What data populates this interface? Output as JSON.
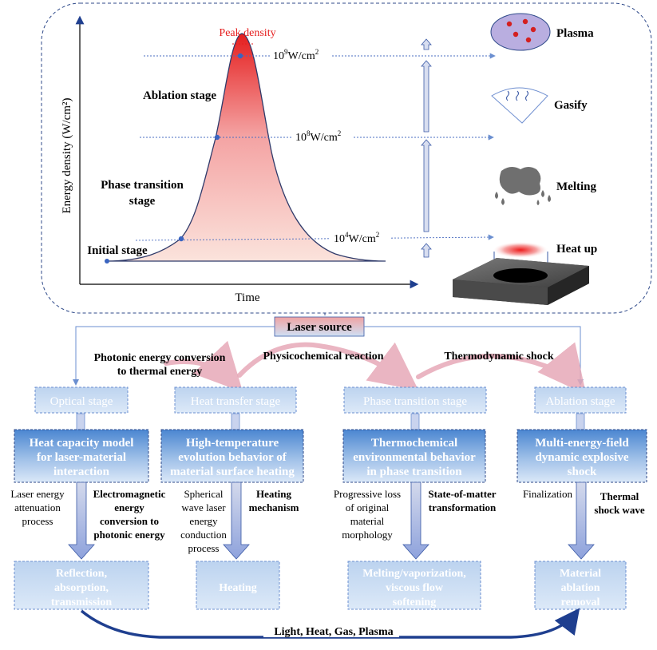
{
  "top_panel": {
    "y_axis_label": "Energy density (W/cm²)",
    "x_axis_label": "Time",
    "peak_label": "Peak density",
    "stage_labels": {
      "ablation": "Ablation stage",
      "phase_line1": "Phase transition",
      "phase_line2": "stage",
      "initial": "Initial stage"
    },
    "thresholds": [
      {
        "base": "10",
        "exp": "9",
        "unit": "W/cm",
        "unit_exp": "2"
      },
      {
        "base": "10",
        "exp": "8",
        "unit": "W/cm",
        "unit_exp": "2"
      },
      {
        "base": "10",
        "exp": "4",
        "unit": "W/cm",
        "unit_exp": "2"
      }
    ],
    "states": {
      "plasma": "Plasma",
      "gasify": "Gasify",
      "melting": "Melting",
      "heat_up": "Heat up"
    }
  },
  "bottom_panel": {
    "laser_source": "Laser source",
    "transitions": {
      "photonic_line1": "Photonic energy conversion",
      "photonic_line2": "to thermal energy",
      "physicochemical": "Physicochemical reaction",
      "thermodynamic": "Thermodynamic shock"
    },
    "stages": [
      "Optical stage",
      "Heat transfer stage",
      "Phase transition stage",
      "Ablation stage"
    ],
    "models": [
      [
        "Heat capacity model",
        "for laser-material",
        "interaction"
      ],
      [
        "High-temperature",
        "evolution behavior of",
        "material surface heating"
      ],
      [
        "Thermochemical",
        "environmental behavior",
        "in phase transition"
      ],
      [
        "Multi-energy-field",
        "dynamic explosive",
        "shock"
      ]
    ],
    "left_notes": [
      [
        "Laser energy",
        "attenuation",
        "process"
      ],
      [
        "Spherical",
        "wave laser",
        "energy",
        "conduction",
        "process"
      ],
      [
        "Progressive loss",
        "of original",
        "material",
        "morphology"
      ],
      [
        "Finalization"
      ]
    ],
    "right_notes": [
      [
        "Electromagnetic",
        "energy",
        "conversion to",
        "photonic energy"
      ],
      [
        "Heating",
        "mechanism"
      ],
      [
        "State-of-matter",
        "transformation"
      ],
      [
        "Thermal",
        "shock wave"
      ]
    ],
    "results": [
      [
        "Reflection,",
        "absorption,",
        "transmission"
      ],
      [
        "Heating"
      ],
      [
        "Melting/vaporization,",
        "viscous flow",
        "softening"
      ],
      [
        "Material",
        "ablation",
        "removal"
      ]
    ],
    "bottom_label": "Light, Heat, Gas, Plasma"
  },
  "colors": {
    "axis_blue": "#2f4a8a",
    "curve_red": "#e51e1e",
    "stage_box": "#c9dcf3",
    "model_box_top": "#4b86d1",
    "model_box_bottom": "#d8e7f8",
    "laser_top": "#f0a3a3",
    "laser_bottom": "#cfe0f4",
    "arrow_pink": "#d98aa0",
    "dark_blue": "#1f3f8f"
  }
}
